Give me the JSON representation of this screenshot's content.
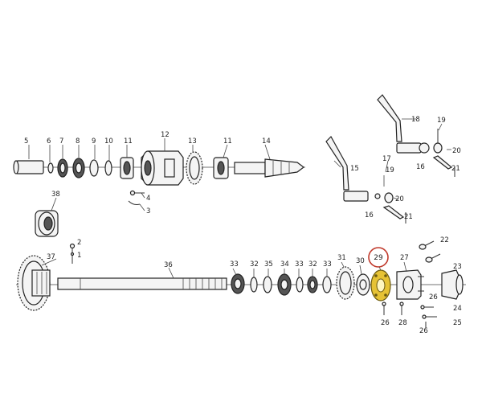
{
  "highlight": {
    "label": "29",
    "ring_color": "#c0392b",
    "part_color": "#e6c234"
  },
  "callouts": {
    "c5": "5",
    "c6": "6",
    "c7": "7",
    "c8": "8",
    "c9": "9",
    "c10": "10",
    "c11a": "11",
    "c12": "12",
    "c13": "13",
    "c11b": "11",
    "c14": "14",
    "c4": "4",
    "c3": "3",
    "c18": "18",
    "c19a": "19",
    "c20a": "20",
    "c16a": "16",
    "c21a": "21",
    "c15": "15",
    "c17": "17",
    "c19b": "19",
    "c20b": "20",
    "c16b": "16",
    "c21b": "21",
    "c38": "38",
    "c2": "2",
    "c1": "1",
    "c37": "37",
    "c36": "36",
    "c33a": "33",
    "c32a": "32",
    "c35": "35",
    "c34": "34",
    "c33b": "33",
    "c32b": "32",
    "c33c": "33",
    "c31": "31",
    "c30": "30",
    "c27": "27",
    "c22": "22",
    "c23": "23",
    "c26a": "26",
    "c24": "24",
    "c25": "25",
    "c26b": "26",
    "c28": "28",
    "c26c": "26"
  }
}
